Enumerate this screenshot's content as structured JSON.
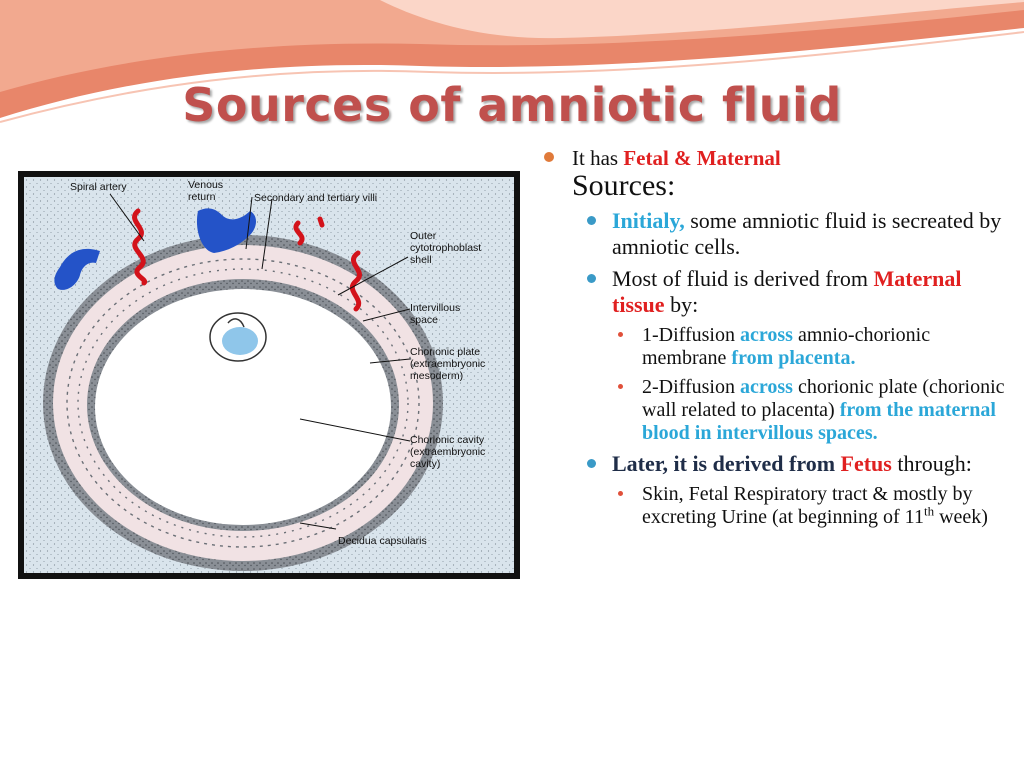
{
  "slide": {
    "title": "Sources of amniotic fluid",
    "colors": {
      "title": "#c0504d",
      "red": "#e02020",
      "blue": "#2ba7d8",
      "wave": "#e8866a"
    }
  },
  "figure": {
    "labels": {
      "spiral_artery": "Spiral artery",
      "venous_return_1": "Venous",
      "venous_return_2": "return",
      "villi": "Secondary and tertiary villi",
      "outer_1": "Outer",
      "outer_2": "cytotrophoblast",
      "outer_3": "shell",
      "intervillous_1": "Intervillous",
      "intervillous_2": "space",
      "chorionic_plate_1": "Chorionic plate",
      "chorionic_plate_2": "(extraembryonic",
      "chorionic_plate_3": "mesoderm)",
      "chorionic_cavity_1": "Chorionic cavity",
      "chorionic_cavity_2": "(extraembryonic",
      "chorionic_cavity_3": "cavity)",
      "decidua": "Decidua capsularis"
    }
  },
  "bullets": {
    "b1": {
      "a": "It has ",
      "b": "Fetal & Maternal",
      "c": "Sources",
      "d": ":"
    },
    "b2": {
      "a": "Initialy,",
      "b": " some amniotic fluid is secreated by amniotic cells."
    },
    "b3": {
      "a": "Most of fluid is derived from ",
      "b": "Maternal tissue",
      "c": " by:"
    },
    "b4": {
      "a": " 1-Diffusion ",
      "b": "across",
      "c": " amnio-chorionic membrane ",
      "d": "from placenta."
    },
    "b5": {
      "a": "2-Diffusion ",
      "b": "across",
      "c": " chorionic plate (chorionic wall related to placenta) ",
      "d": "from the maternal blood in intervillous spaces."
    },
    "b6": {
      "a": "Later, it is derived from ",
      "b": "Fetus",
      "c": " through:"
    },
    "b7": {
      "a": "Skin, Fetal Respiratory tract & mostly by excreting Urine (at beginning of 11",
      "b": "th",
      "c": " week)"
    }
  }
}
